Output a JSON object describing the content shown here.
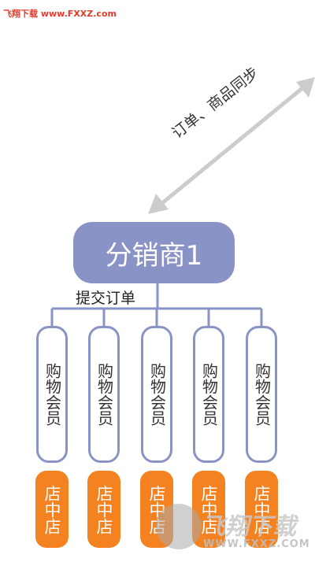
{
  "watermark": {
    "top_text": "飞翔下载 www.FXXZ.com",
    "logo_text": "飞翔下载",
    "logo_url": "WWW.FXXZ.COM"
  },
  "diagram": {
    "sync_label": "订单、商品同步",
    "distributor": "分销商1",
    "submit_label": "提交订单",
    "members": [
      "购物会员",
      "购物会员",
      "购物会员",
      "购物会员",
      "购物会员"
    ],
    "stores": [
      "店中店",
      "店中店",
      "店中店",
      "店中店",
      "店中店"
    ]
  },
  "colors": {
    "distributor_fill": "#8a93c6",
    "connector": "#8a93c6",
    "store_fill": "#f58220",
    "arrow": "#cccccc",
    "watermark": "#e23b2c"
  }
}
